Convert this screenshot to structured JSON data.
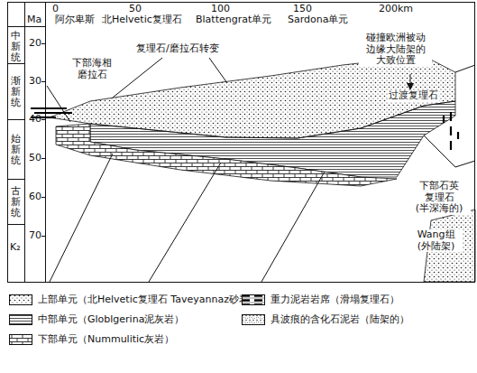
{
  "diagram": {
    "labels": [
      "0",
      "50",
      "100",
      "150",
      "200km",
      "Ma",
      "阿尔卑斯",
      "北Helvetic复理石",
      "Blattengrat单元",
      "Sardona单元",
      "中新统",
      "渐新统",
      "始新统",
      "古新统",
      "K₂",
      "20",
      "30",
      "40",
      "50",
      "60",
      "70",
      "下部海相 磨拉石",
      "复理石/磨拉石转变",
      "碰撞欧洲被动 边缘大陆架的 大致位置",
      "过渡复理石",
      "下部石英 复理石 (半深海的)",
      "Wang组 (外陆架)"
    ],
    "legend": [
      {
        "text": "上部单元（北Helvetic复理石 Taveyannaz砂岩）"
      },
      {
        "text": "中部单元（Globlgerina泥灰岩）"
      },
      {
        "text": "下部单元（Nummulitic灰岩）"
      },
      {
        "text": "重力泥岩岩席（滑塌复理石）"
      },
      {
        "text": "具波痕的含化石泥岩（陆架的）"
      }
    ]
  }
}
